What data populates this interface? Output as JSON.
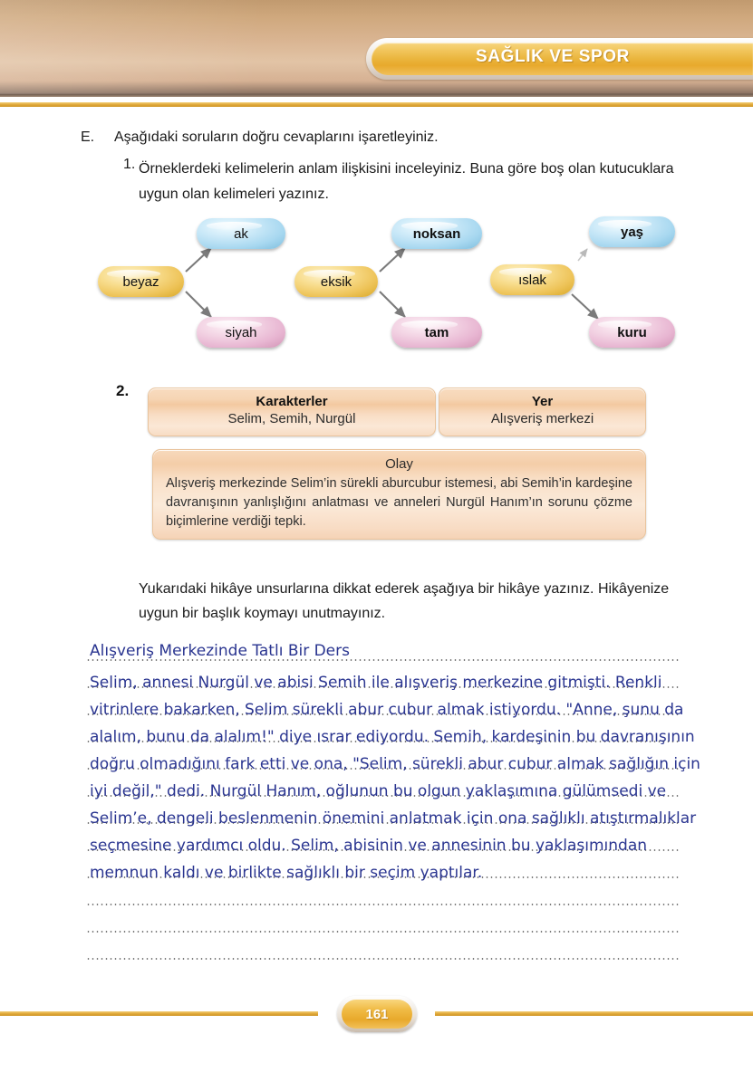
{
  "header": {
    "unit_title": "SAĞLIK VE SPOR"
  },
  "exercise": {
    "letter": "E.",
    "letter_text": "Aşağıdaki soruların doğru cevaplarını işaretleyiniz.",
    "q1_number": "1.",
    "q1_text": "Örneklerdeki kelimelerin anlam ilişkisini inceleyiniz. Buna göre boş olan kutucuklara uygun olan kelimeleri yazınız."
  },
  "word_diagram": {
    "groups": [
      {
        "source": "beyaz",
        "synonym": "ak",
        "antonym": "siyah",
        "synonym_filled": false,
        "antonym_filled": false
      },
      {
        "source": "eksik",
        "synonym": "noksan",
        "antonym": "tam",
        "synonym_filled": true,
        "antonym_filled": true
      },
      {
        "source": "ıslak",
        "synonym": "yaş",
        "antonym": "kuru",
        "synonym_filled": true,
        "antonym_filled": true
      }
    ]
  },
  "story_elements": {
    "number": "2.",
    "characters_title": "Karakterler",
    "characters_value": "Selim, Semih, Nurgül",
    "place_title": "Yer",
    "place_value": "Alışveriş merkezi",
    "event_title": "Olay",
    "event_text": "Alışveriş merkezinde Selim’in sürekli aburcubur istemesi, abi Semih’in kardeşine davranışının yanlışlığını anlatması ve anneleri Nurgül Hanım’ın sorunu çözme biçimlerine verdiği tepki."
  },
  "instruction2": "Yukarıdaki hikâye unsurlarına dikkat ederek aşağıya bir hikâye yazınız. Hikâyenize uygun bir başlık koymayı unutmayınız.",
  "answer": {
    "title": "Alışveriş Merkezinde Tatlı Bir Ders",
    "body": "Selim, annesi Nurgül ve abisi Semih ile alışveriş merkezine gitmişti. Renkli vitrinlere bakarken, Selim sürekli abur cubur almak istiyordu. \"Anne, şunu da alalım, bunu da alalım!\" diye ısrar ediyordu. Semih, kardeşinin bu davranışının doğru olmadığını fark etti ve ona, \"Selim, sürekli abur cubur almak sağlığın için iyi değil,\" dedi. Nurgül Hanım, oğlunun bu olgun yaklaşımına gülümsedi ve Selim’e, dengeli beslenmenin önemini anlatmak için ona sağlıklı atıştırmalıklar seçmesine yardımcı oldu. Selim, abisinin ve annesinin bu yaklaşımından memnun kaldı ve birlikte sağlıklı bir seçim yaptılar."
  },
  "footer": {
    "page_number": "161"
  },
  "colors": {
    "unit_banner": "#eab53d",
    "handwriting": "#2a3590",
    "pill_yellow": "#eec45a",
    "pill_blue": "#a8d8f0",
    "pill_pink": "#e8b6d2",
    "box_peach": "#f6d5b4",
    "gold_rule": "#e0a93a"
  }
}
